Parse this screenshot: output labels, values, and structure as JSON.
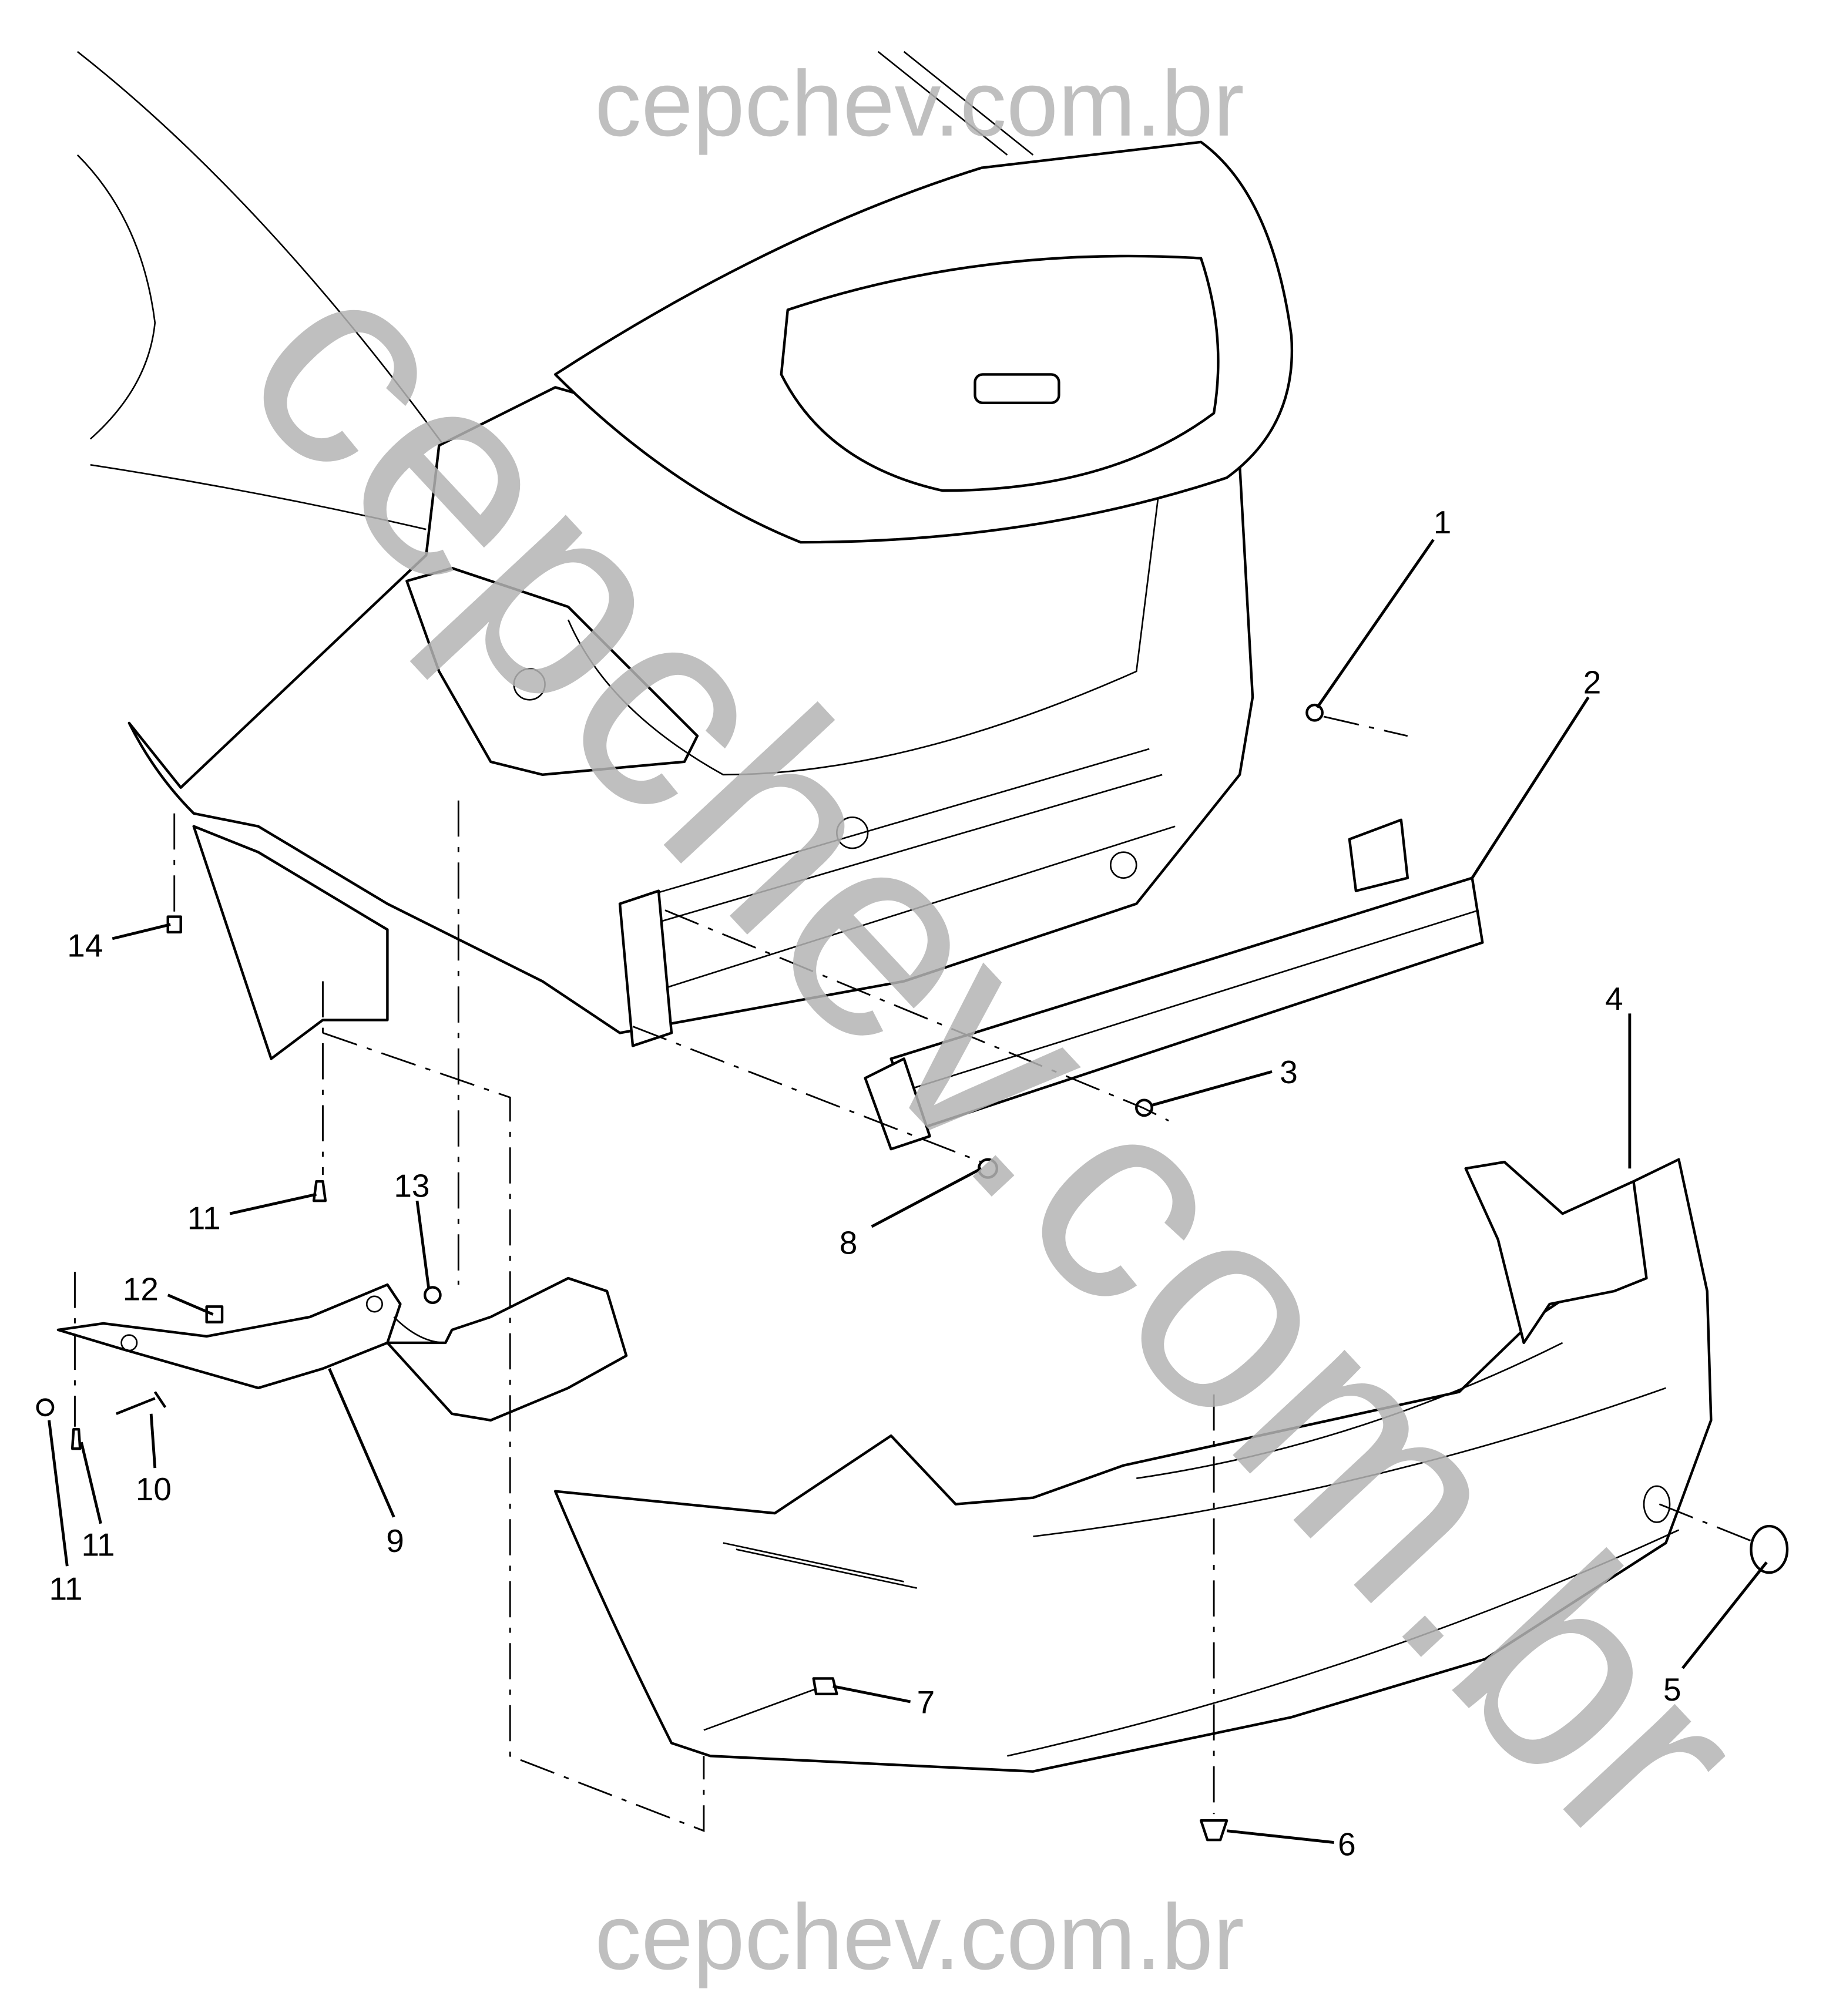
{
  "watermark": {
    "top": "cepchev.com.br",
    "bottom": "cepchev.com.br",
    "diagonal": "cepchev.com.br"
  },
  "callouts": {
    "c1": "1",
    "c2": "2",
    "c3": "3",
    "c4": "4",
    "c5": "5",
    "c6": "6",
    "c7": "7",
    "c8": "8",
    "c9": "9",
    "c10": "10",
    "c11a": "11",
    "c11b": "11",
    "c11c": "11",
    "c12": "12",
    "c13": "13",
    "c14": "14"
  }
}
